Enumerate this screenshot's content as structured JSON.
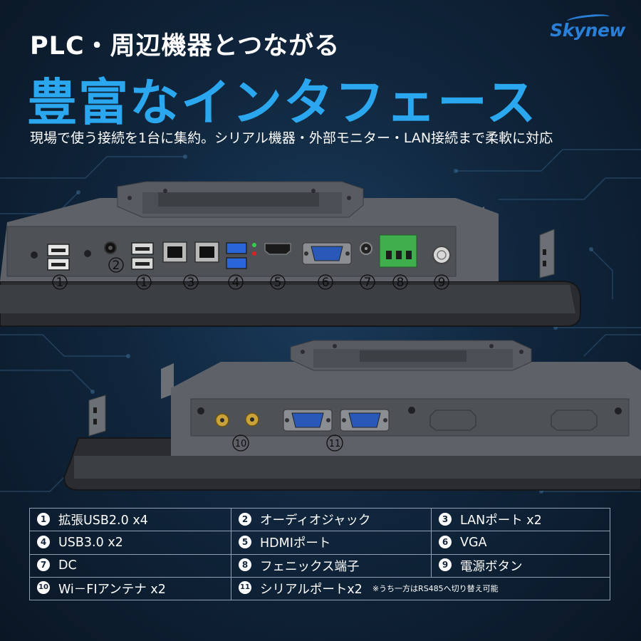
{
  "brand": {
    "logo_text": "Skynew",
    "accent": "#2a7fd6"
  },
  "hero": {
    "kicker": "PLC・周辺機器とつながる",
    "headline": "豊富なインタフェース",
    "subtitle": "現場で使う接続を1台に集約。シリアル機器・外部モニター・LAN接続まで柔軟に対応",
    "headline_color": "#2aa7ee"
  },
  "device_top": {
    "port_numbers": [
      "1",
      "2",
      "1",
      "3",
      "4",
      "5",
      "6",
      "7",
      "8",
      "9"
    ]
  },
  "device_bottom": {
    "port_numbers": [
      "10",
      "11"
    ]
  },
  "spec_table": {
    "rows": [
      [
        {
          "num": "1",
          "label": "拡張USB2.0 x4"
        },
        {
          "num": "2",
          "label": "オーディオジャック"
        },
        {
          "num": "3",
          "label": "LANポート x2"
        }
      ],
      [
        {
          "num": "4",
          "label": "USB3.0 x2"
        },
        {
          "num": "5",
          "label": "HDMIポート"
        },
        {
          "num": "6",
          "label": "VGA"
        }
      ],
      [
        {
          "num": "7",
          "label": "DC"
        },
        {
          "num": "8",
          "label": "フェニックス端子"
        },
        {
          "num": "9",
          "label": "電源ボタン"
        }
      ],
      [
        {
          "num": "10",
          "label": "Wi－FIアンテナ x2"
        },
        {
          "num": "11",
          "label": "シリアルポートx2",
          "note": "※うち一方はRS485へ切り替え可能"
        },
        {
          "num": "",
          "label": ""
        }
      ]
    ]
  },
  "colors": {
    "background": "#10263d",
    "table_border": "#8fa0b5",
    "panel": "#5b5f65"
  }
}
